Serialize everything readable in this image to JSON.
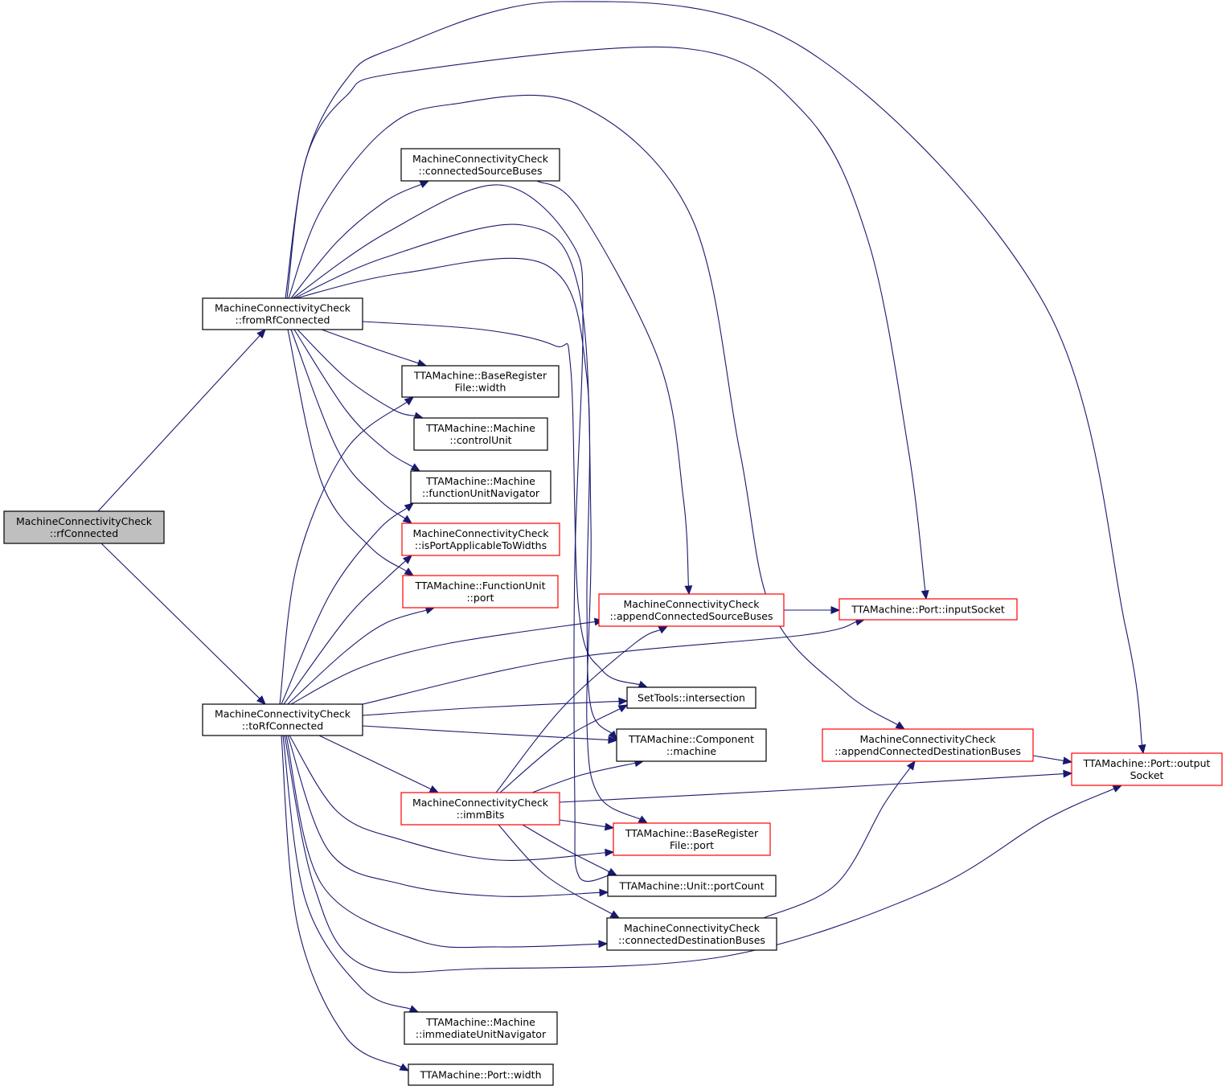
{
  "colors": {
    "edge": "#191970",
    "border_normal": "#000000",
    "border_truncated": "#ff0000",
    "focus_fill": "#bfbfbf",
    "node_fill": "#ffffff"
  },
  "nodes": [
    {
      "id": "rfConnected",
      "lines": [
        "MachineConnectivityCheck",
        "::rfConnected"
      ],
      "style": "focus"
    },
    {
      "id": "fromRfConnected",
      "lines": [
        "MachineConnectivityCheck",
        "::fromRfConnected"
      ],
      "style": "normal"
    },
    {
      "id": "toRfConnected",
      "lines": [
        "MachineConnectivityCheck",
        "::toRfConnected"
      ],
      "style": "normal"
    },
    {
      "id": "connectedSourceBuses",
      "lines": [
        "MachineConnectivityCheck",
        "::connectedSourceBuses"
      ],
      "style": "normal"
    },
    {
      "id": "brfWidth",
      "lines": [
        "TTAMachine::BaseRegister",
        "File::width"
      ],
      "style": "normal"
    },
    {
      "id": "controlUnit",
      "lines": [
        "TTAMachine::Machine",
        "::controlUnit"
      ],
      "style": "normal"
    },
    {
      "id": "fuNavigator",
      "lines": [
        "TTAMachine::Machine",
        "::functionUnitNavigator"
      ],
      "style": "normal"
    },
    {
      "id": "isPortApplicable",
      "lines": [
        "MachineConnectivityCheck",
        "::isPortApplicableToWidths"
      ],
      "style": "truncated"
    },
    {
      "id": "fuPort",
      "lines": [
        "TTAMachine::FunctionUnit",
        "::port"
      ],
      "style": "truncated"
    },
    {
      "id": "appendSrc",
      "lines": [
        "MachineConnectivityCheck",
        "::appendConnectedSourceBuses"
      ],
      "style": "truncated"
    },
    {
      "id": "inputSocket",
      "lines": [
        "TTAMachine::Port::inputSocket"
      ],
      "style": "truncated"
    },
    {
      "id": "intersection",
      "lines": [
        "SetTools::intersection"
      ],
      "style": "normal"
    },
    {
      "id": "compMachine",
      "lines": [
        "TTAMachine::Component",
        "::machine"
      ],
      "style": "normal"
    },
    {
      "id": "appendDst",
      "lines": [
        "MachineConnectivityCheck",
        "::appendConnectedDestinationBuses"
      ],
      "style": "truncated"
    },
    {
      "id": "outputSocket",
      "lines": [
        "TTAMachine::Port::output",
        "Socket"
      ],
      "style": "truncated"
    },
    {
      "id": "immBits",
      "lines": [
        "MachineConnectivityCheck",
        "::immBits"
      ],
      "style": "truncated"
    },
    {
      "id": "brfPort",
      "lines": [
        "TTAMachine::BaseRegister",
        "File::port"
      ],
      "style": "truncated"
    },
    {
      "id": "portCount",
      "lines": [
        "TTAMachine::Unit::portCount"
      ],
      "style": "normal"
    },
    {
      "id": "connectedDst",
      "lines": [
        "MachineConnectivityCheck",
        "::connectedDestinationBuses"
      ],
      "style": "normal"
    },
    {
      "id": "iuNavigator",
      "lines": [
        "TTAMachine::Machine",
        "::immediateUnitNavigator"
      ],
      "style": "normal"
    },
    {
      "id": "portWidth",
      "lines": [
        "TTAMachine::Port::width"
      ],
      "style": "normal"
    }
  ],
  "edges": [
    [
      "rfConnected",
      "fromRfConnected"
    ],
    [
      "rfConnected",
      "toRfConnected"
    ],
    [
      "fromRfConnected",
      "outputSocket"
    ],
    [
      "fromRfConnected",
      "inputSocket"
    ],
    [
      "fromRfConnected",
      "appendDst"
    ],
    [
      "fromRfConnected",
      "connectedSourceBuses"
    ],
    [
      "fromRfConnected",
      "portCount"
    ],
    [
      "fromRfConnected",
      "brfPort"
    ],
    [
      "fromRfConnected",
      "compMachine"
    ],
    [
      "fromRfConnected",
      "intersection"
    ],
    [
      "fromRfConnected",
      "brfWidth"
    ],
    [
      "fromRfConnected",
      "controlUnit"
    ],
    [
      "fromRfConnected",
      "fuNavigator"
    ],
    [
      "fromRfConnected",
      "isPortApplicable"
    ],
    [
      "fromRfConnected",
      "fuPort"
    ],
    [
      "connectedSourceBuses",
      "appendSrc"
    ],
    [
      "appendSrc",
      "inputSocket"
    ],
    [
      "appendDst",
      "outputSocket"
    ],
    [
      "toRfConnected",
      "brfWidth"
    ],
    [
      "toRfConnected",
      "fuNavigator"
    ],
    [
      "toRfConnected",
      "isPortApplicable"
    ],
    [
      "toRfConnected",
      "fuPort"
    ],
    [
      "toRfConnected",
      "appendSrc"
    ],
    [
      "toRfConnected",
      "inputSocket"
    ],
    [
      "toRfConnected",
      "intersection"
    ],
    [
      "toRfConnected",
      "compMachine"
    ],
    [
      "toRfConnected",
      "immBits"
    ],
    [
      "toRfConnected",
      "brfPort"
    ],
    [
      "toRfConnected",
      "portCount"
    ],
    [
      "toRfConnected",
      "connectedDst"
    ],
    [
      "toRfConnected",
      "outputSocket"
    ],
    [
      "toRfConnected",
      "iuNavigator"
    ],
    [
      "toRfConnected",
      "portWidth"
    ],
    [
      "immBits",
      "appendSrc"
    ],
    [
      "immBits",
      "intersection"
    ],
    [
      "immBits",
      "compMachine"
    ],
    [
      "immBits",
      "outputSocket"
    ],
    [
      "immBits",
      "brfPort"
    ],
    [
      "immBits",
      "portCount"
    ],
    [
      "immBits",
      "connectedDst"
    ],
    [
      "connectedDst",
      "appendDst"
    ]
  ]
}
